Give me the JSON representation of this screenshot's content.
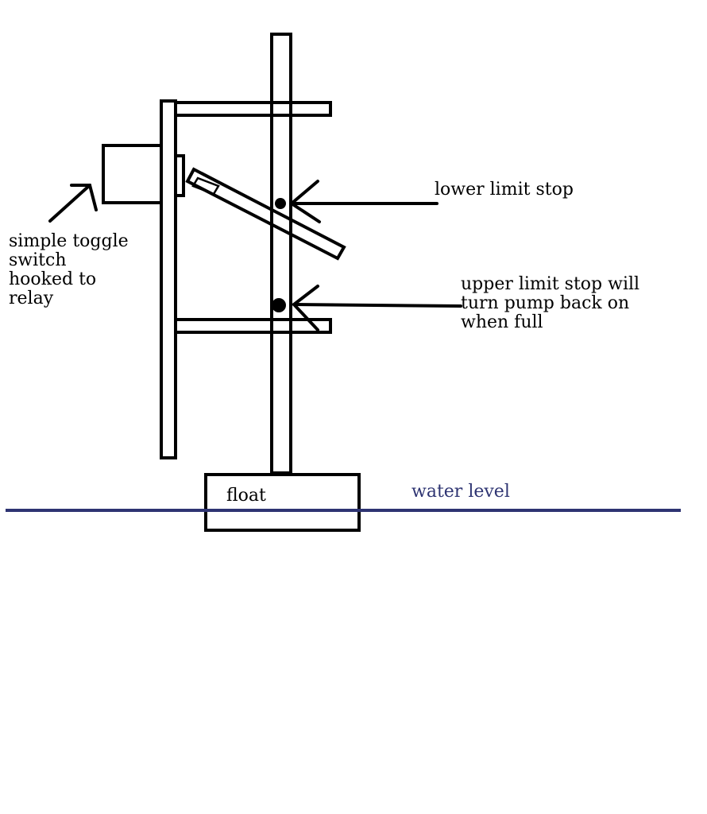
{
  "labels": {
    "switch": "simple toggle\nswitch\nhooked to\nrelay",
    "lower_stop": "lower limit stop",
    "upper_stop": "upper limit stop will\nturn pump back on\nwhen full",
    "float": "float",
    "water_level": "water level"
  },
  "colors": {
    "ink": "#000000",
    "water_line": "#2e3472",
    "background": "#ffffff"
  }
}
